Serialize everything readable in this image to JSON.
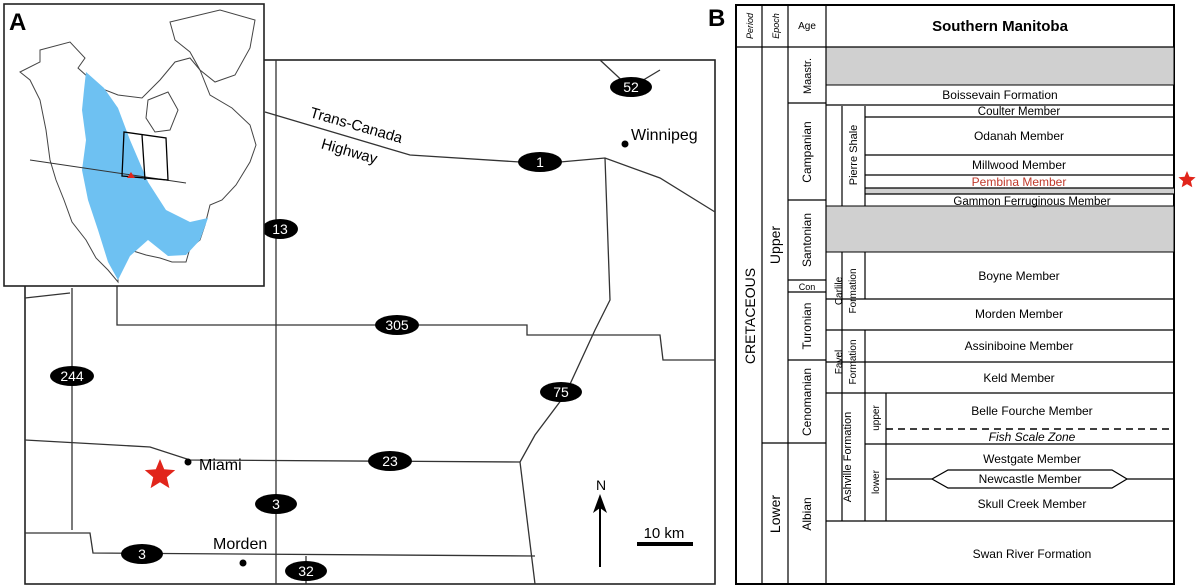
{
  "panel_a": {
    "label": "A",
    "highway_label_line1": "Trans-Canada",
    "highway_label_line2": "Highway",
    "cities": {
      "winnipeg": "Winnipeg",
      "miami": "Miami",
      "morden": "Morden"
    },
    "routes": {
      "r52": "52",
      "r1": "1",
      "r13": "13",
      "r305": "305",
      "r244": "244",
      "r75": "75",
      "r23": "23",
      "r3a": "3",
      "r3b": "3",
      "r32": "32"
    },
    "north_label": "N",
    "scale_label": "10 km",
    "colors": {
      "seaway": "#6ec1f2",
      "star": "#e1251b",
      "route_shield": "#000000"
    }
  },
  "panel_b": {
    "label": "B",
    "headers": {
      "period": "Period",
      "epoch": "Epoch",
      "age": "Age",
      "region": "Southern Manitoba"
    },
    "period": "CRETACEOUS",
    "epochs": {
      "upper": "Upper",
      "lower": "Lower"
    },
    "ages": {
      "maastr": "Maastr.",
      "campanian": "Campanian",
      "santonian": "Santonian",
      "con": "Con",
      "turonian": "Turonian",
      "cenomanian": "Cenomanian",
      "albian": "Albian"
    },
    "groups": {
      "pierre": "Pierre Shale",
      "carlile_1": "Carlile",
      "carlile_2": "Formation",
      "favel_1": "Favel",
      "favel_2": "Formation",
      "ashville": "Ashville Formation",
      "upper": "upper",
      "lower": "lower"
    },
    "units": {
      "boissevain": "Boissevain Formation",
      "coulter": "Coulter Member",
      "odanah": "Odanah Member",
      "millwood": "Millwood Member",
      "pembina": "Pembina Member",
      "gammon": "Gammon Ferruginous Member",
      "boyne": "Boyne Member",
      "morden": "Morden Member",
      "assiniboine": "Assiniboine Member",
      "keld": "Keld Member",
      "belle_fourche": "Belle Fourche Member",
      "fish_scale": "Fish Scale Zone",
      "westgate": "Westgate Member",
      "newcastle": "Newcastle Member",
      "skull_creek": "Skull Creek Member",
      "swan_river": "Swan River Formation"
    },
    "colors": {
      "hiatus": "#d0d0d0",
      "pembina_text": "#c0392b",
      "star": "#e1251b"
    }
  }
}
